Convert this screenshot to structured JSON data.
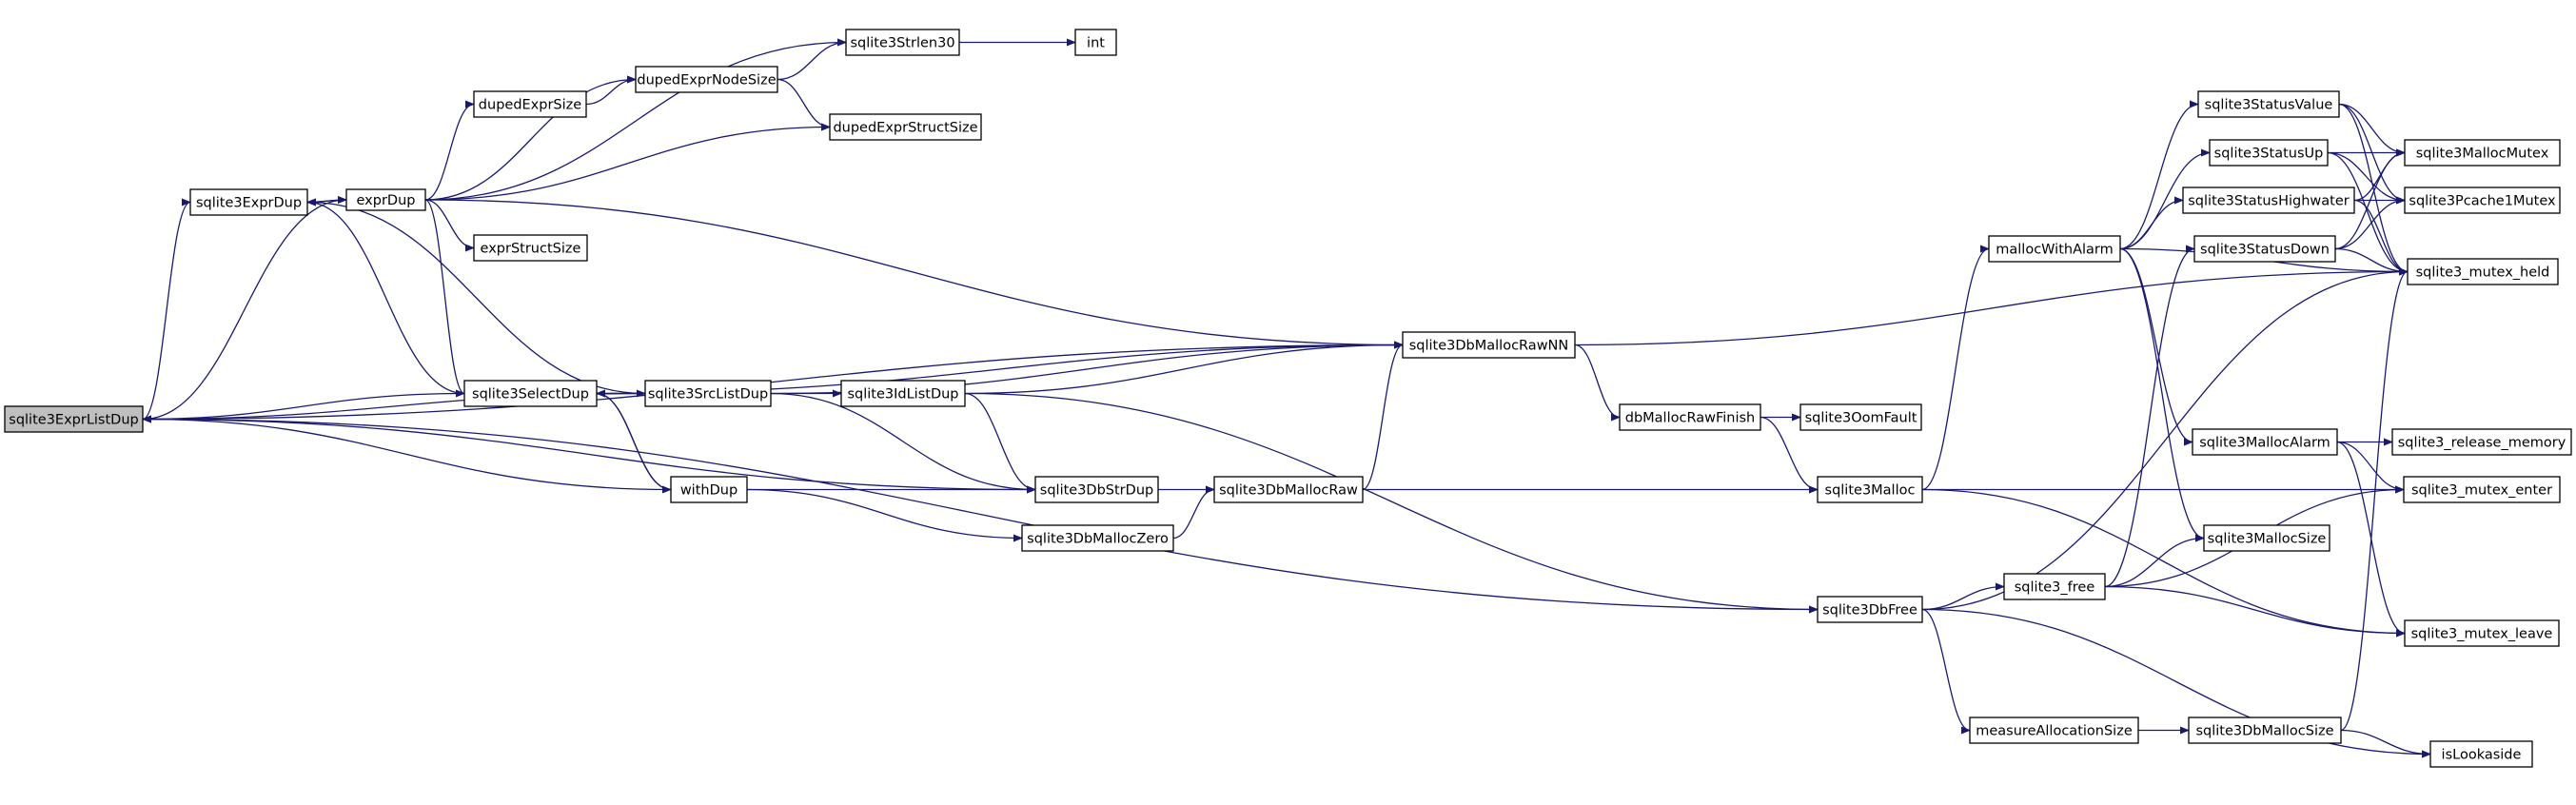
{
  "graph": {
    "edge_color": "#191970",
    "root_fill": "#bfbfbf",
    "nodes": [
      {
        "id": "sqlite3ExprListDup",
        "label": "sqlite3ExprListDup",
        "root": true
      },
      {
        "id": "sqlite3ExprDup",
        "label": "sqlite3ExprDup"
      },
      {
        "id": "exprDup",
        "label": "exprDup"
      },
      {
        "id": "dupedExprSize",
        "label": "dupedExprSize"
      },
      {
        "id": "dupedExprNodeSize",
        "label": "dupedExprNodeSize"
      },
      {
        "id": "sqlite3Strlen30",
        "label": "sqlite3Strlen30"
      },
      {
        "id": "int",
        "label": "int"
      },
      {
        "id": "dupedExprStructSize",
        "label": "dupedExprStructSize"
      },
      {
        "id": "exprStructSize",
        "label": "exprStructSize"
      },
      {
        "id": "sqlite3SelectDup",
        "label": "sqlite3SelectDup"
      },
      {
        "id": "sqlite3SrcListDup",
        "label": "sqlite3SrcListDup"
      },
      {
        "id": "sqlite3IdListDup",
        "label": "sqlite3IdListDup"
      },
      {
        "id": "withDup",
        "label": "withDup"
      },
      {
        "id": "sqlite3DbStrDup",
        "label": "sqlite3DbStrDup"
      },
      {
        "id": "sqlite3DbMallocZero",
        "label": "sqlite3DbMallocZero"
      },
      {
        "id": "sqlite3DbMallocRaw",
        "label": "sqlite3DbMallocRaw"
      },
      {
        "id": "sqlite3DbMallocRawNN",
        "label": "sqlite3DbMallocRawNN"
      },
      {
        "id": "dbMallocRawFinish",
        "label": "dbMallocRawFinish"
      },
      {
        "id": "sqlite3OomFault",
        "label": "sqlite3OomFault"
      },
      {
        "id": "sqlite3Malloc",
        "label": "sqlite3Malloc"
      },
      {
        "id": "sqlite3DbFree",
        "label": "sqlite3DbFree"
      },
      {
        "id": "mallocWithAlarm",
        "label": "mallocWithAlarm"
      },
      {
        "id": "sqlite3StatusValue",
        "label": "sqlite3StatusValue"
      },
      {
        "id": "sqlite3StatusUp",
        "label": "sqlite3StatusUp"
      },
      {
        "id": "sqlite3StatusHighwater",
        "label": "sqlite3StatusHighwater"
      },
      {
        "id": "sqlite3StatusDown",
        "label": "sqlite3StatusDown"
      },
      {
        "id": "sqlite3MallocAlarm",
        "label": "sqlite3MallocAlarm"
      },
      {
        "id": "sqlite3MallocSize",
        "label": "sqlite3MallocSize"
      },
      {
        "id": "sqlite3_free",
        "label": "sqlite3_free"
      },
      {
        "id": "measureAllocationSize",
        "label": "measureAllocationSize"
      },
      {
        "id": "sqlite3DbMallocSize",
        "label": "sqlite3DbMallocSize"
      },
      {
        "id": "sqlite3MallocMutex",
        "label": "sqlite3MallocMutex"
      },
      {
        "id": "sqlite3Pcache1Mutex",
        "label": "sqlite3Pcache1Mutex"
      },
      {
        "id": "sqlite3_mutex_held",
        "label": "sqlite3_mutex_held"
      },
      {
        "id": "sqlite3_release_memory",
        "label": "sqlite3_release_memory"
      },
      {
        "id": "sqlite3_mutex_enter",
        "label": "sqlite3_mutex_enter"
      },
      {
        "id": "sqlite3_mutex_leave",
        "label": "sqlite3_mutex_leave"
      },
      {
        "id": "isLookaside",
        "label": "isLookaside"
      }
    ],
    "edges": [
      [
        "sqlite3ExprListDup",
        "sqlite3ExprDup"
      ],
      [
        "sqlite3ExprListDup",
        "exprDup"
      ],
      [
        "sqlite3ExprListDup",
        "sqlite3DbMallocRawNN"
      ],
      [
        "sqlite3ExprListDup",
        "sqlite3DbStrDup"
      ],
      [
        "sqlite3ExprListDup",
        "sqlite3DbFree"
      ],
      [
        "sqlite3ExprDup",
        "exprDup"
      ],
      [
        "exprDup",
        "sqlite3ExprDup"
      ],
      [
        "exprDup",
        "dupedExprSize"
      ],
      [
        "exprDup",
        "dupedExprNodeSize"
      ],
      [
        "exprDup",
        "sqlite3Strlen30"
      ],
      [
        "exprDup",
        "dupedExprStructSize"
      ],
      [
        "exprDup",
        "exprStructSize"
      ],
      [
        "exprDup",
        "sqlite3SelectDup"
      ],
      [
        "exprDup",
        "sqlite3DbMallocRawNN"
      ],
      [
        "dupedExprSize",
        "dupedExprNodeSize"
      ],
      [
        "dupedExprNodeSize",
        "sqlite3Strlen30"
      ],
      [
        "dupedExprNodeSize",
        "dupedExprStructSize"
      ],
      [
        "sqlite3Strlen30",
        "int"
      ],
      [
        "sqlite3SelectDup",
        "sqlite3ExprListDup"
      ],
      [
        "sqlite3SelectDup",
        "sqlite3ExprDup"
      ],
      [
        "sqlite3SelectDup",
        "sqlite3SrcListDup"
      ],
      [
        "sqlite3SelectDup",
        "withDup"
      ],
      [
        "sqlite3SelectDup",
        "sqlite3DbMallocRawNN"
      ],
      [
        "sqlite3SrcListDup",
        "sqlite3ExprListDup"
      ],
      [
        "sqlite3SrcListDup",
        "sqlite3ExprDup"
      ],
      [
        "sqlite3SrcListDup",
        "sqlite3SelectDup"
      ],
      [
        "sqlite3SrcListDup",
        "sqlite3IdListDup"
      ],
      [
        "sqlite3SrcListDup",
        "sqlite3DbMallocRawNN"
      ],
      [
        "sqlite3SrcListDup",
        "sqlite3DbStrDup"
      ],
      [
        "withDup",
        "sqlite3ExprListDup"
      ],
      [
        "withDup",
        "sqlite3SelectDup"
      ],
      [
        "withDup",
        "sqlite3DbStrDup"
      ],
      [
        "withDup",
        "sqlite3DbMallocZero"
      ],
      [
        "sqlite3IdListDup",
        "sqlite3DbMallocRawNN"
      ],
      [
        "sqlite3IdListDup",
        "sqlite3DbStrDup"
      ],
      [
        "sqlite3IdListDup",
        "sqlite3DbFree"
      ],
      [
        "sqlite3DbStrDup",
        "sqlite3DbMallocRaw"
      ],
      [
        "sqlite3DbMallocZero",
        "sqlite3DbMallocRaw"
      ],
      [
        "sqlite3DbMallocRaw",
        "sqlite3DbMallocRawNN"
      ],
      [
        "sqlite3DbMallocRaw",
        "sqlite3Malloc"
      ],
      [
        "sqlite3DbMallocRawNN",
        "dbMallocRawFinish"
      ],
      [
        "sqlite3DbMallocRawNN",
        "sqlite3_mutex_held"
      ],
      [
        "dbMallocRawFinish",
        "sqlite3OomFault"
      ],
      [
        "dbMallocRawFinish",
        "sqlite3Malloc"
      ],
      [
        "sqlite3Malloc",
        "mallocWithAlarm"
      ],
      [
        "sqlite3Malloc",
        "sqlite3_mutex_enter"
      ],
      [
        "sqlite3Malloc",
        "sqlite3_mutex_leave"
      ],
      [
        "mallocWithAlarm",
        "sqlite3StatusValue"
      ],
      [
        "mallocWithAlarm",
        "sqlite3StatusUp"
      ],
      [
        "mallocWithAlarm",
        "sqlite3StatusHighwater"
      ],
      [
        "mallocWithAlarm",
        "sqlite3_mutex_held"
      ],
      [
        "mallocWithAlarm",
        "sqlite3MallocAlarm"
      ],
      [
        "mallocWithAlarm",
        "sqlite3MallocSize"
      ],
      [
        "sqlite3StatusValue",
        "sqlite3MallocMutex"
      ],
      [
        "sqlite3StatusValue",
        "sqlite3Pcache1Mutex"
      ],
      [
        "sqlite3StatusValue",
        "sqlite3_mutex_held"
      ],
      [
        "sqlite3StatusUp",
        "sqlite3MallocMutex"
      ],
      [
        "sqlite3StatusUp",
        "sqlite3Pcache1Mutex"
      ],
      [
        "sqlite3StatusUp",
        "sqlite3_mutex_held"
      ],
      [
        "sqlite3StatusHighwater",
        "sqlite3MallocMutex"
      ],
      [
        "sqlite3StatusHighwater",
        "sqlite3Pcache1Mutex"
      ],
      [
        "sqlite3StatusHighwater",
        "sqlite3_mutex_held"
      ],
      [
        "sqlite3StatusDown",
        "sqlite3MallocMutex"
      ],
      [
        "sqlite3StatusDown",
        "sqlite3Pcache1Mutex"
      ],
      [
        "sqlite3StatusDown",
        "sqlite3_mutex_held"
      ],
      [
        "sqlite3MallocAlarm",
        "sqlite3_release_memory"
      ],
      [
        "sqlite3MallocAlarm",
        "sqlite3_mutex_enter"
      ],
      [
        "sqlite3MallocAlarm",
        "sqlite3_mutex_leave"
      ],
      [
        "sqlite3DbFree",
        "sqlite3_mutex_held"
      ],
      [
        "sqlite3DbFree",
        "sqlite3_free"
      ],
      [
        "sqlite3DbFree",
        "measureAllocationSize"
      ],
      [
        "sqlite3DbFree",
        "isLookaside"
      ],
      [
        "sqlite3_free",
        "sqlite3StatusDown"
      ],
      [
        "sqlite3_free",
        "sqlite3MallocSize"
      ],
      [
        "sqlite3_free",
        "sqlite3_mutex_enter"
      ],
      [
        "sqlite3_free",
        "sqlite3_mutex_leave"
      ],
      [
        "measureAllocationSize",
        "sqlite3DbMallocSize"
      ],
      [
        "sqlite3DbMallocSize",
        "sqlite3_mutex_held"
      ],
      [
        "sqlite3DbMallocSize",
        "isLookaside"
      ]
    ]
  }
}
